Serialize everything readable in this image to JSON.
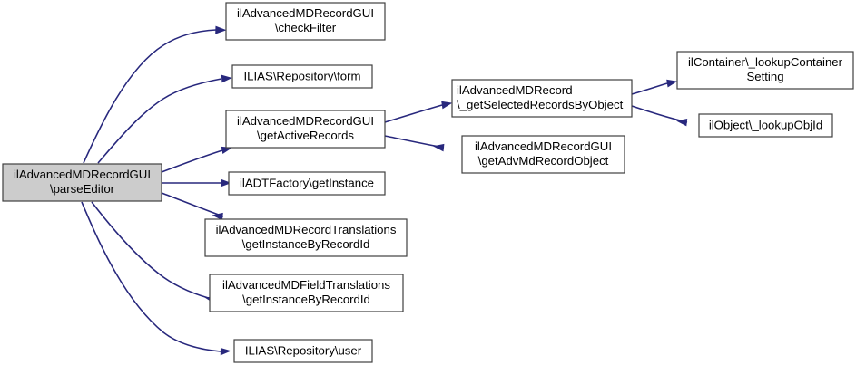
{
  "diagram": {
    "type": "call-graph",
    "title": "ilAdvancedMDRecordGUI\\parseEditor call graph",
    "colors": {
      "edge": "#28287d",
      "node_border": "#404040",
      "node_fill": "#ffffff",
      "root_fill": "#cccccc",
      "text": "#000000",
      "background": "#ffffff"
    },
    "nodes": [
      {
        "id": "root",
        "line1": "ilAdvancedMDRecordGUI",
        "line2": "\\parseEditor",
        "highlight": true,
        "align": "center"
      },
      {
        "id": "checkfilter",
        "line1": "ilAdvancedMDRecordGUI",
        "line2": "\\checkFilter",
        "highlight": false,
        "align": "center"
      },
      {
        "id": "repoform",
        "line1": "ILIAS\\Repository\\form",
        "line2": "",
        "highlight": false,
        "align": "center"
      },
      {
        "id": "getactiverecords",
        "line1": "ilAdvancedMDRecordGUI",
        "line2": "\\getActiveRecords",
        "highlight": false,
        "align": "center"
      },
      {
        "id": "adtfactory",
        "line1": "ilADTFactory\\getInstance",
        "line2": "",
        "highlight": false,
        "align": "center"
      },
      {
        "id": "recordtranslations",
        "line1": "ilAdvancedMDRecordTranslations",
        "line2": "\\getInstanceByRecordId",
        "highlight": false,
        "align": "center"
      },
      {
        "id": "fieldtranslations",
        "line1": "ilAdvancedMDFieldTranslations",
        "line2": "\\getInstanceByRecordId",
        "highlight": false,
        "align": "center"
      },
      {
        "id": "repouser",
        "line1": "ILIAS\\Repository\\user",
        "line2": "",
        "highlight": false,
        "align": "center"
      },
      {
        "id": "selectedrecords",
        "line1": "ilAdvancedMDRecord",
        "line2": "\\_getSelectedRecordsByObject",
        "highlight": false,
        "align": "start"
      },
      {
        "id": "advmdrecordobject",
        "line1": "ilAdvancedMDRecordGUI",
        "line2": "\\getAdvMdRecordObject",
        "highlight": false,
        "align": "center"
      },
      {
        "id": "lookupcontainer",
        "line1": "ilContainer\\_lookupContainer",
        "line2": "Setting",
        "highlight": false,
        "align": "center"
      },
      {
        "id": "lookupobjid",
        "line1": "ilObject\\_lookupObjId",
        "line2": "",
        "highlight": false,
        "align": "center"
      }
    ],
    "edges": [
      {
        "from": "root",
        "to": "checkfilter"
      },
      {
        "from": "root",
        "to": "repoform"
      },
      {
        "from": "root",
        "to": "getactiverecords"
      },
      {
        "from": "root",
        "to": "adtfactory"
      },
      {
        "from": "root",
        "to": "recordtranslations"
      },
      {
        "from": "root",
        "to": "fieldtranslations"
      },
      {
        "from": "root",
        "to": "repouser"
      },
      {
        "from": "getactiverecords",
        "to": "selectedrecords"
      },
      {
        "from": "getactiverecords",
        "to": "advmdrecordobject"
      },
      {
        "from": "selectedrecords",
        "to": "lookupcontainer"
      },
      {
        "from": "selectedrecords",
        "to": "lookupobjid"
      }
    ]
  }
}
